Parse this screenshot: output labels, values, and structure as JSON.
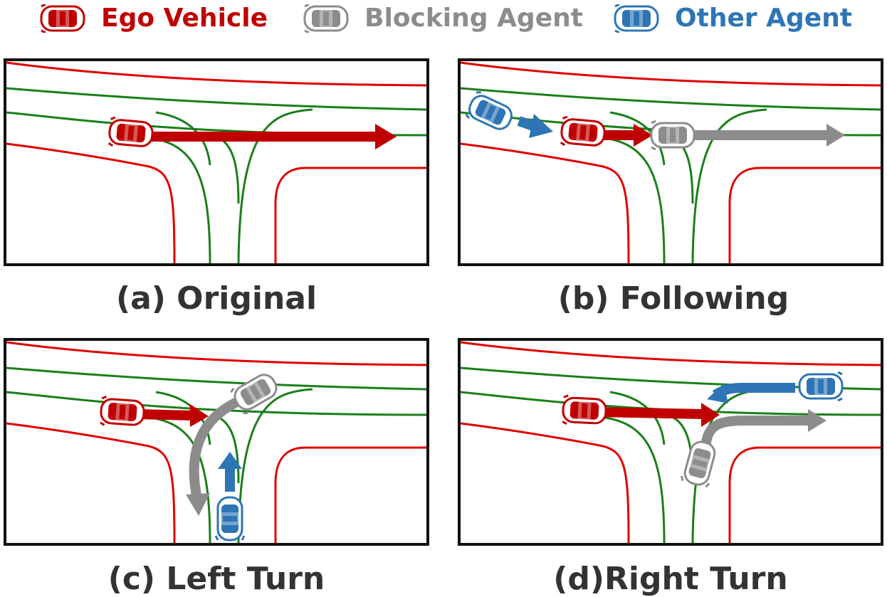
{
  "legend": {
    "ego": {
      "label": "Ego Vehicle",
      "color": "#c00000",
      "icon": "car-icon"
    },
    "blocking": {
      "label": "Blocking Agent",
      "color": "#8c8c8c",
      "icon": "car-icon"
    },
    "other": {
      "label": "Other Agent",
      "color": "#2e75b6",
      "icon": "car-icon"
    }
  },
  "colors": {
    "road_edge": "#e00000",
    "lane_center": "#1a7f1a",
    "frame": "#111111"
  },
  "panels": [
    {
      "id": "a",
      "caption": "(a) Original"
    },
    {
      "id": "b",
      "caption": "(b) Following"
    },
    {
      "id": "c",
      "caption": "(c) Left Turn"
    },
    {
      "id": "d",
      "caption": "(d)Right Turn"
    }
  ]
}
